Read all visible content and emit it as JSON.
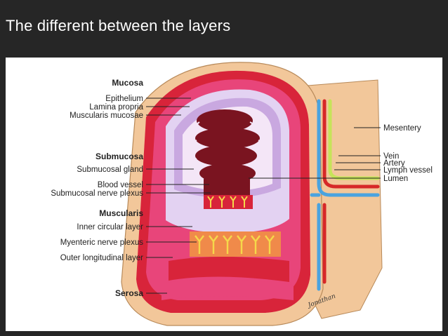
{
  "slide": {
    "title": "The different between  the  layers"
  },
  "diagram": {
    "left_labels": [
      {
        "id": "mucosa",
        "text": "Mucosa",
        "header": true
      },
      {
        "id": "epithelium",
        "text": "Epithelium",
        "header": false
      },
      {
        "id": "lamina-propria",
        "text": "Lamina propria",
        "header": false
      },
      {
        "id": "muscularis-mucosae",
        "text": "Muscularis mucosae",
        "header": false
      },
      {
        "id": "submucosa",
        "text": "Submucosa",
        "header": true
      },
      {
        "id": "submucosal-gland",
        "text": "Submucosal gland",
        "header": false
      },
      {
        "id": "blood-vessel",
        "text": "Blood vessel",
        "header": false
      },
      {
        "id": "submucosal-nerve-plexus",
        "text": "Submucosal nerve plexus",
        "header": false
      },
      {
        "id": "muscularis",
        "text": "Muscularis",
        "header": true
      },
      {
        "id": "inner-circular-layer",
        "text": "Inner circular layer",
        "header": false
      },
      {
        "id": "myenteric-nerve-plexus",
        "text": "Myenteric nerve plexus",
        "header": false
      },
      {
        "id": "outer-longitudinal-layer",
        "text": "Outer longitudinal layer",
        "header": false
      },
      {
        "id": "serosa",
        "text": "Serosa",
        "header": true
      }
    ],
    "right_labels": [
      {
        "id": "mesentery",
        "text": "Mesentery"
      },
      {
        "id": "vein",
        "text": "Vein"
      },
      {
        "id": "artery",
        "text": "Artery"
      },
      {
        "id": "lymph-vessel",
        "text": "Lymph vessel"
      },
      {
        "id": "lumen",
        "text": "Lumen"
      }
    ],
    "artist_signature": "Jonathan",
    "colors": {
      "outer_wall": "#f2c79a",
      "muscle_red": "#d8243a",
      "muscle_pink": "#e8457a",
      "submucosa_purple": "#c9a8e0",
      "villi_dark": "#7a1420",
      "vein_blue": "#4aa3df",
      "artery_red": "#d62828",
      "lymph_green": "#c6e35a"
    }
  }
}
